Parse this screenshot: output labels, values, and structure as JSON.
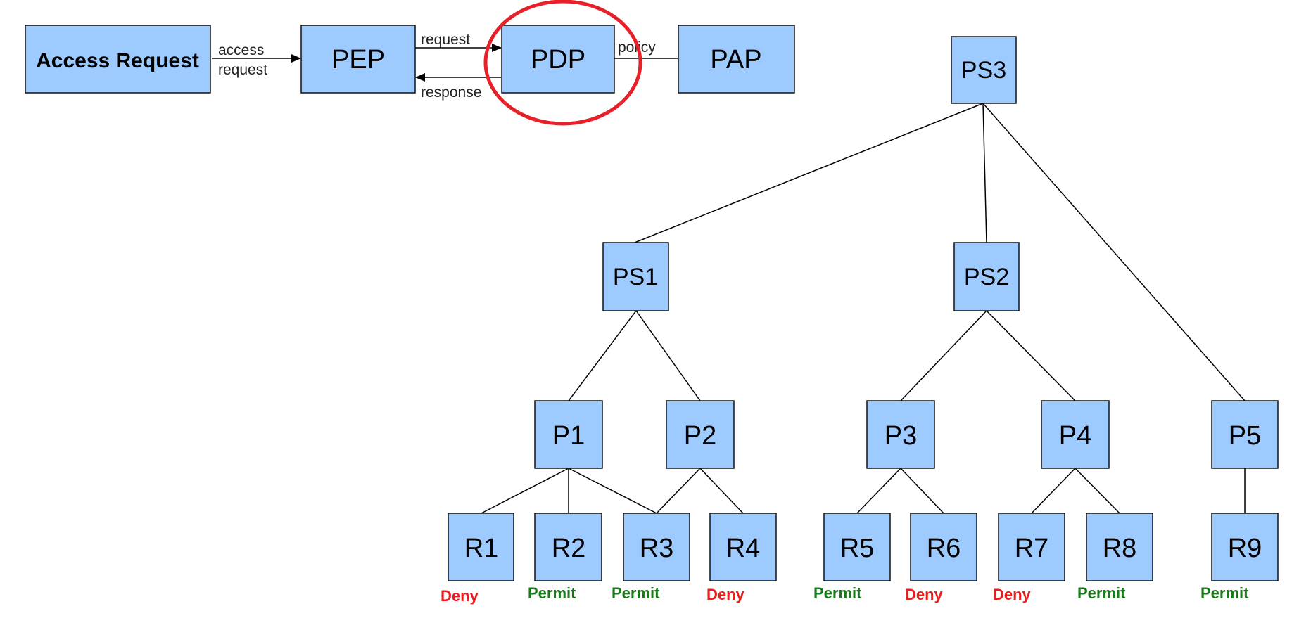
{
  "colors": {
    "node_fill": "#9ecbff",
    "node_stroke": "#111111",
    "highlight": "#e8202a",
    "permit": "#1a7a1a",
    "deny": "#ee1c1c"
  },
  "flow": {
    "nodes": {
      "access_request": "Access Request",
      "pep": "PEP",
      "pdp": "PDP",
      "pap": "PAP"
    },
    "labels": {
      "access": "access",
      "access_request": "request",
      "request": "request",
      "response": "response",
      "policy": "policy"
    }
  },
  "tree": {
    "nodes": {
      "ps3": "PS3",
      "ps1": "PS1",
      "ps2": "PS2",
      "p1": "P1",
      "p2": "P2",
      "p3": "P3",
      "p4": "P4",
      "p5": "P5",
      "r1": "R1",
      "r2": "R2",
      "r3": "R3",
      "r4": "R4",
      "r5": "R5",
      "r6": "R6",
      "r7": "R7",
      "r8": "R8",
      "r9": "R9"
    },
    "outcomes": {
      "r1": "Deny",
      "r2": "Permit",
      "r3": "Permit",
      "r4": "Deny",
      "r5": "Permit",
      "r6": "Deny",
      "r7": "Deny",
      "r8": "Permit",
      "r9": "Permit"
    }
  }
}
